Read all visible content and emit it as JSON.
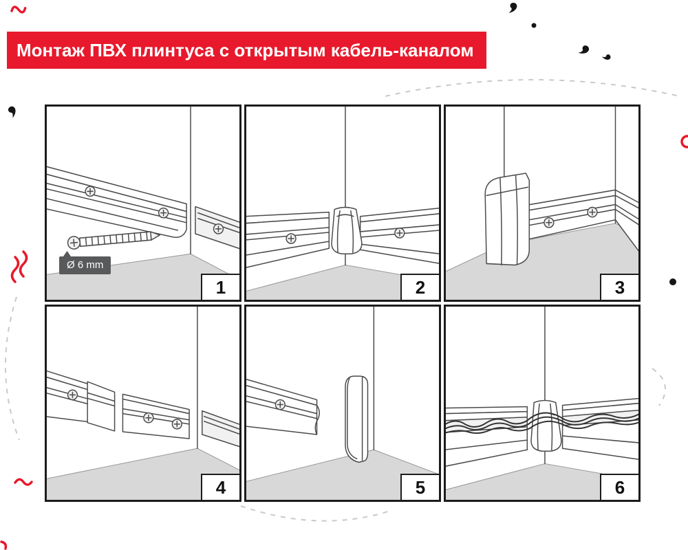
{
  "header": {
    "title": "Монтаж ПВХ плинтуса с открытым кабель-каналом"
  },
  "colors": {
    "accent_red": "#e8192c",
    "panel_border": "#1c1c1c",
    "floor_gray": "#d8d8d8",
    "line_gray": "#4a4a4a",
    "callout_bg": "#58595b",
    "dash_gray": "#c9c9c9"
  },
  "panels": [
    {
      "number": "1",
      "callout": "Ø 6 mm"
    },
    {
      "number": "2"
    },
    {
      "number": "3"
    },
    {
      "number": "4"
    },
    {
      "number": "5"
    },
    {
      "number": "6"
    }
  ]
}
